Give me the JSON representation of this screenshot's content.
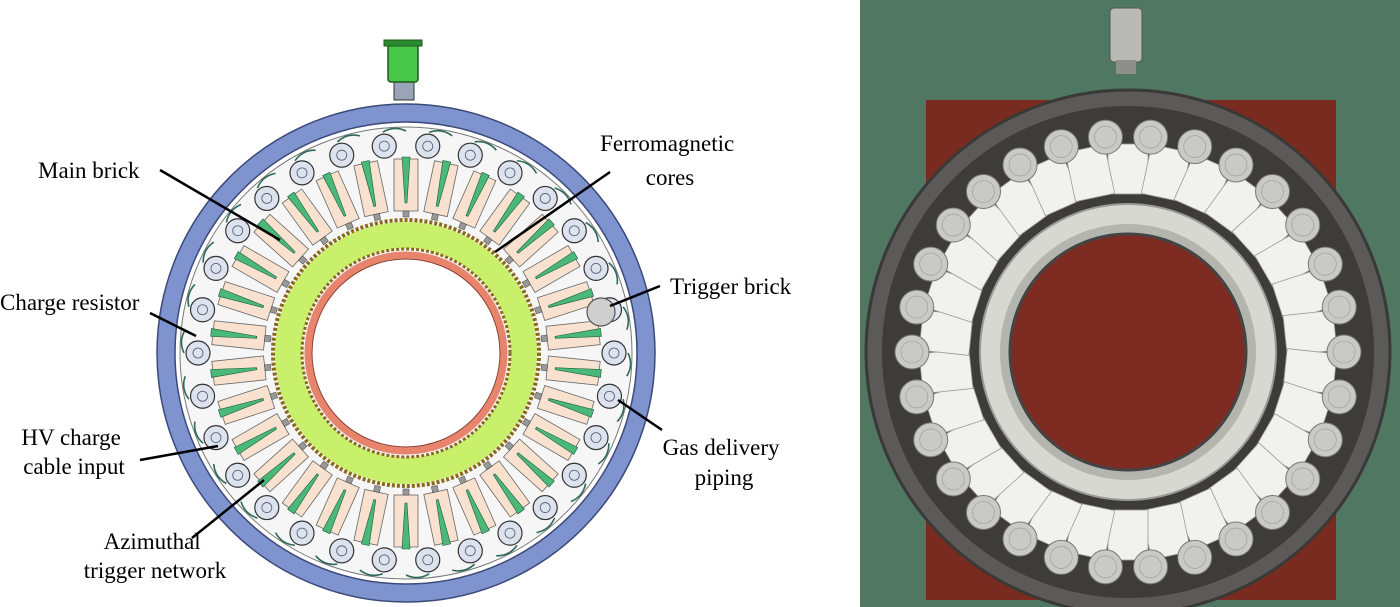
{
  "annotations": {
    "main_brick": [
      "Main brick"
    ],
    "ferromagnetic_cores": [
      "Ferromagnetic",
      "cores"
    ],
    "trigger_brick": [
      "Trigger brick"
    ],
    "charge_resistor": [
      "Charge resistor"
    ],
    "hv_charge_cable_input": [
      "HV charge",
      "cable input"
    ],
    "gas_delivery_piping": [
      "Gas delivery",
      "piping"
    ],
    "azimuthal_trigger_network": [
      "Azimuthal",
      "trigger network"
    ]
  },
  "diagram": {
    "main_brick_count": 30,
    "colors": {
      "outer_ring": "#7f93cf",
      "outer_ring_edge": "#3c4a7a",
      "ferromagnetic_core": "#c9f06a",
      "inner_ring": "#e8836c",
      "brick_fill": "#f8e2cf",
      "switch_fill": "#dde3ee",
      "trigger_green": "#49b878",
      "trigger_cable": "#2d6a5a",
      "top_fitting": "#47c74a"
    }
  },
  "photo": {
    "background": "#4f7762",
    "board": "#7a2b1f",
    "housing": "#5c5a58",
    "brick": "#f1f1f0",
    "switch_cap": "#c9c9c7",
    "center_opening": "#7e2c22"
  }
}
